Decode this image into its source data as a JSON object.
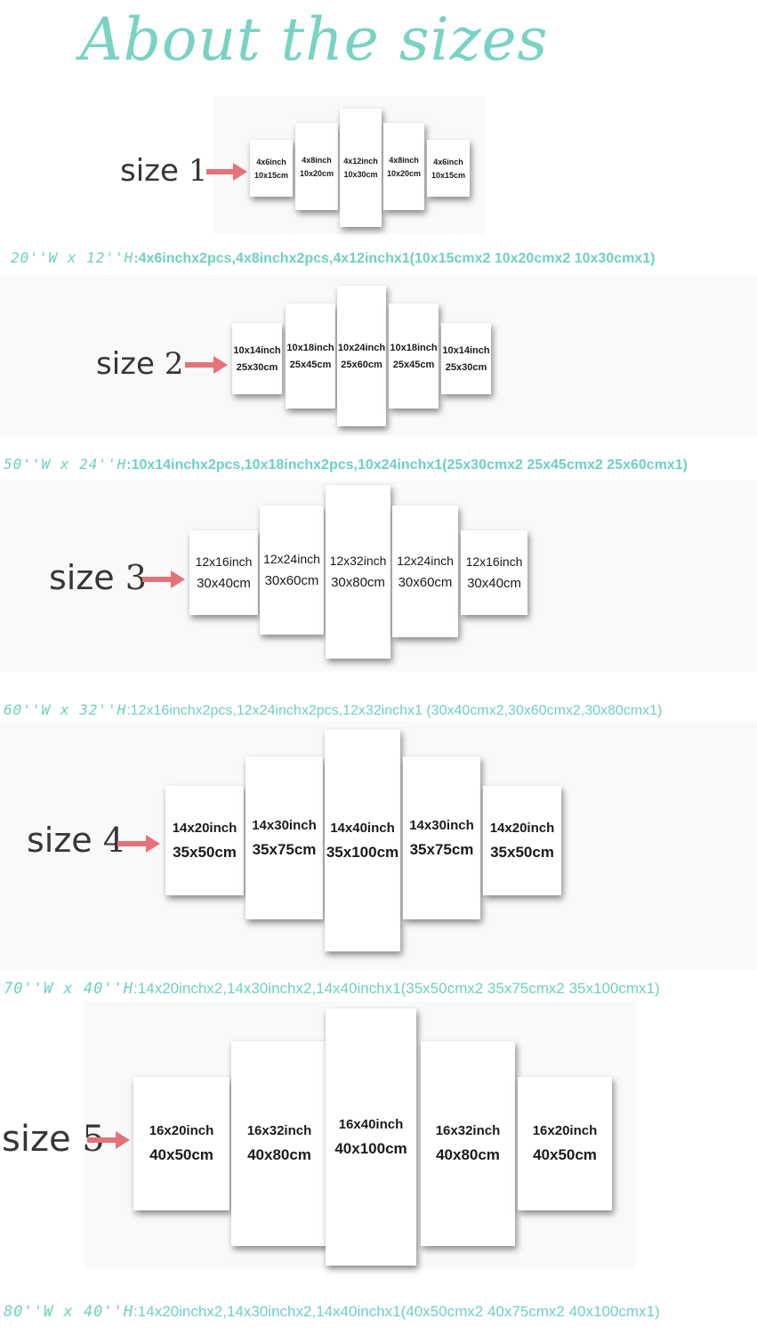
{
  "title": "About the sizes",
  "colors": {
    "title": "#79d3c2",
    "caption": "#6fd0c0",
    "arrow": "#e5717a",
    "label": "#3a3535"
  },
  "sizes": [
    {
      "label_word": "size",
      "label_num": "1",
      "panels": [
        {
          "inch": "4x6inch",
          "cm": "10x15cm"
        },
        {
          "inch": "4x8inch",
          "cm": "10x20cm"
        },
        {
          "inch": "4x12inch",
          "cm": "10x30cm"
        },
        {
          "inch": "4x8inch",
          "cm": "10x20cm"
        },
        {
          "inch": "4x6inch",
          "cm": "10x15cm"
        }
      ],
      "caption_dim": "20''W x 12''H",
      "caption_detail": ":4x6inchx2pcs,4x8inchx2pcs,4x12inchx1(10x15cmx2 10x20cmx2 10x30cmx1)"
    },
    {
      "label_word": "size",
      "label_num": "2",
      "panels": [
        {
          "inch": "10x14inch",
          "cm": "25x30cm"
        },
        {
          "inch": "10x18inch",
          "cm": "25x45cm"
        },
        {
          "inch": "10x24inch",
          "cm": "25x60cm"
        },
        {
          "inch": "10x18inch",
          "cm": "25x45cm"
        },
        {
          "inch": "10x14inch",
          "cm": "25x30cm"
        }
      ],
      "caption_dim": "50''W x 24''H",
      "caption_detail": ":10x14inchx2pcs,10x18inchx2pcs,10x24inchx1(25x30cmx2 25x45cmx2 25x60cmx1)"
    },
    {
      "label_word": "size",
      "label_num": "3",
      "panels": [
        {
          "inch": "12x16inch",
          "cm": "30x40cm"
        },
        {
          "inch": "12x24inch",
          "cm": "30x60cm"
        },
        {
          "inch": "12x32inch",
          "cm": "30x80cm"
        },
        {
          "inch": "12x24inch",
          "cm": "30x60cm"
        },
        {
          "inch": "12x16inch",
          "cm": "30x40cm"
        }
      ],
      "caption_dim": "60''W x 32''H",
      "caption_detail": ":12x16inchx2pcs,12x24inchx2pcs,12x32inchx1 (30x40cmx2,30x60cmx2,30x80cmx1)"
    },
    {
      "label_word": "size",
      "label_num": "4",
      "panels": [
        {
          "inch": "14x20inch",
          "cm": "35x50cm"
        },
        {
          "inch": "14x30inch",
          "cm": "35x75cm"
        },
        {
          "inch": "14x40inch",
          "cm": "35x100cm"
        },
        {
          "inch": "14x30inch",
          "cm": "35x75cm"
        },
        {
          "inch": "14x20inch",
          "cm": "35x50cm"
        }
      ],
      "caption_dim": "70''W x 40''H",
      "caption_detail": ":14x20inchx2,14x30inchx2,14x40inchx1(35x50cmx2 35x75cmx2 35x100cmx1)"
    },
    {
      "label_word": "size",
      "label_num": "5",
      "panels": [
        {
          "inch": "16x20inch",
          "cm": "40x50cm"
        },
        {
          "inch": "16x32inch",
          "cm": "40x80cm"
        },
        {
          "inch": "16x40inch",
          "cm": "40x100cm"
        },
        {
          "inch": "16x32inch",
          "cm": "40x80cm"
        },
        {
          "inch": "16x20inch",
          "cm": "40x50cm"
        }
      ],
      "caption_dim": "80''W x 40''H",
      "caption_detail": ":14x20inchx2,14x30inchx2,14x40inchx1(40x50cmx2 40x75cmx2 40x100cmx1)"
    }
  ]
}
